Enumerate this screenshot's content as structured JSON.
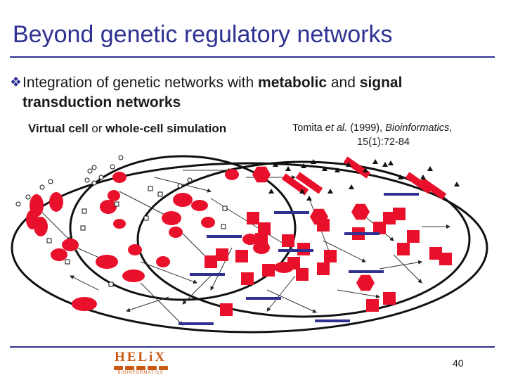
{
  "slide": {
    "title": "Beyond genetic regulatory networks",
    "bullet": {
      "icon": "diamond-bullet-icon",
      "text_1": "Integration of genetic networks with ",
      "bold_1": "metabolic",
      "text_2": " and ",
      "bold_2": "signal transduction networks"
    },
    "subcaption": {
      "part1": "Virtual cell",
      "part2": " or ",
      "part3": "whole-cell simulation"
    },
    "citation": {
      "author": "Tomita ",
      "etal": "et al.",
      "year": " (1999), ",
      "journal": "Bioinformatics",
      "comma": ",",
      "pages": "15(1):72-84"
    },
    "logo": {
      "letters": "HELiX",
      "subtitle": "BIOINFORMATICS",
      "color": "#c85a14"
    },
    "page_number": "40"
  },
  "colors": {
    "title": "#2e3192",
    "rule": "#2e3192",
    "node_red": "#e8102a",
    "bar_blue": "#2e3192"
  }
}
